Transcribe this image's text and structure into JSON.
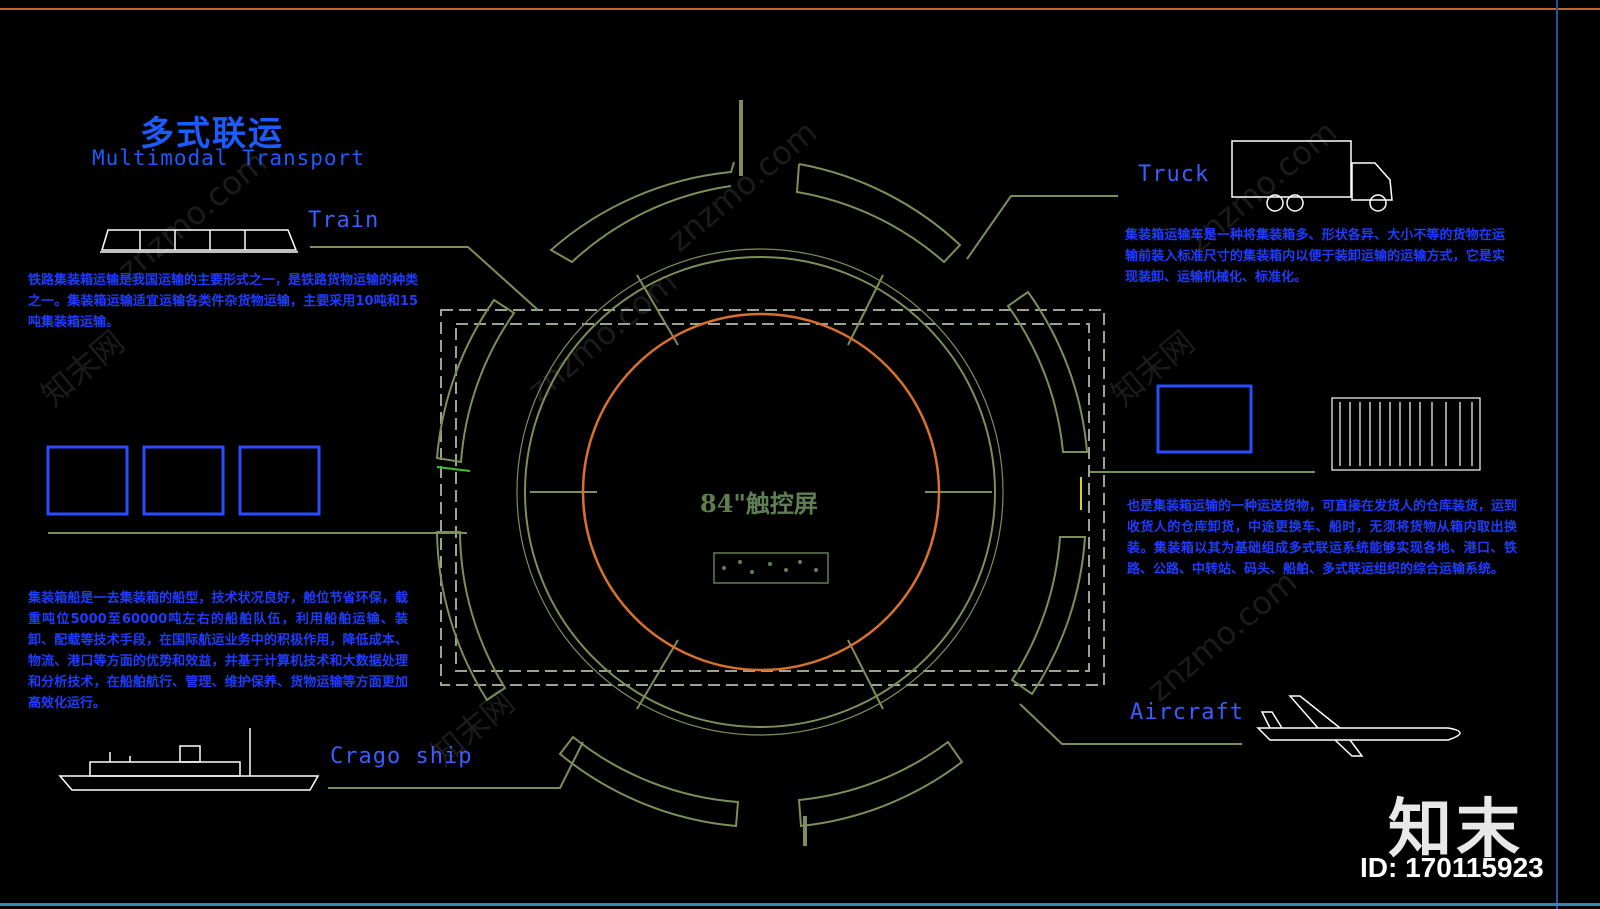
{
  "title": {
    "cn": "多式联运",
    "en": "Multimodal Transport"
  },
  "modes": {
    "train": "Train",
    "truck": "Truck",
    "cargo_ship": "Crago ship",
    "aircraft": "Aircraft"
  },
  "center": {
    "screen_label": "84\"触控屏"
  },
  "paragraphs": {
    "train": "铁路集装箱运输是我国运输的主要形式之一，是铁路货物运输的种类之一。集装箱运输适宜运输各类件杂货物运输，主要采用10吨和15吨集装箱运输。",
    "truck": "集装箱运输车是一种将集装箱多、形状各异、大小不等的货物在运输前装入标准尺寸的集装箱内以便于装卸运输的运输方式，它是实现装卸、运输机械化、标准化。",
    "container": "也是集装箱运输的一种运送货物，可直接在发货人的仓库装货，运到收货人的仓库卸货，中途更换车、船时，无须将货物从箱内取出换装。集装箱以其为基础组成多式联运系统能够实现各地、港口、铁路、公路、中转站、码头、船舶、多式联运组织的综合运输系统。",
    "ship": "集装箱船是一去集装箱的船型，技术状况良好，舱位节省环保，载重吨位5000至60000吨左右的船舶队伍，利用船舶运输、装卸、配载等技术手段，在国际航运业务中的积极作用，降低成本、物流、港口等方面的优势和效益，并基于计算机技术和大数据处理和分析技术，在船舶航行、管理、维护保养、货物运输等方面更加高效化运行。"
  },
  "watermark": {
    "site": "znzmo.com",
    "cn": "知末网",
    "short": "知末"
  },
  "badge": {
    "logo": "知末",
    "id": "ID: 170115923"
  },
  "colors": {
    "background": "#000000",
    "line_green": "#7d8f58",
    "orange_circle": "#d8702e",
    "text_blue": "#1e4cff",
    "box_blue": "#2a4cff",
    "dashed_frame": "#9aa590"
  }
}
